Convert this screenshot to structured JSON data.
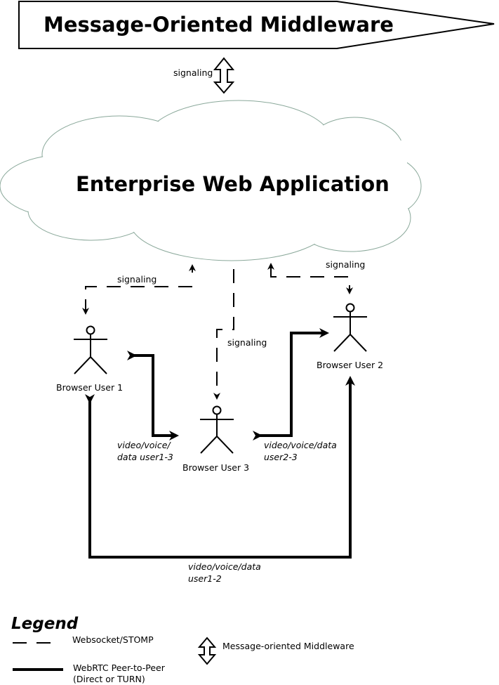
{
  "middleware": {
    "title": "Message-Oriented Middleware"
  },
  "cloud": {
    "title": "Enterprise Web Application"
  },
  "signaling": {
    "top": "signaling",
    "user1": "signaling",
    "user2": "signaling",
    "user3": "signaling"
  },
  "actors": {
    "user1": "Browser User 1",
    "user2": "Browser User 2",
    "user3": "Browser User 3"
  },
  "links": {
    "l13_a": "video/voice/",
    "l13_b": "data user1-3",
    "l23_a": "video/voice/data",
    "l23_b": "user2-3",
    "l12_a": "video/voice/data",
    "l12_b": "user1-2"
  },
  "legend": {
    "title": "Legend",
    "websocket": "Websocket/STOMP",
    "webrtc_a": "WebRTC Peer-to-Peer",
    "webrtc_b": "(Direct or TURN)",
    "mom": "Message-oriented Middleware"
  }
}
